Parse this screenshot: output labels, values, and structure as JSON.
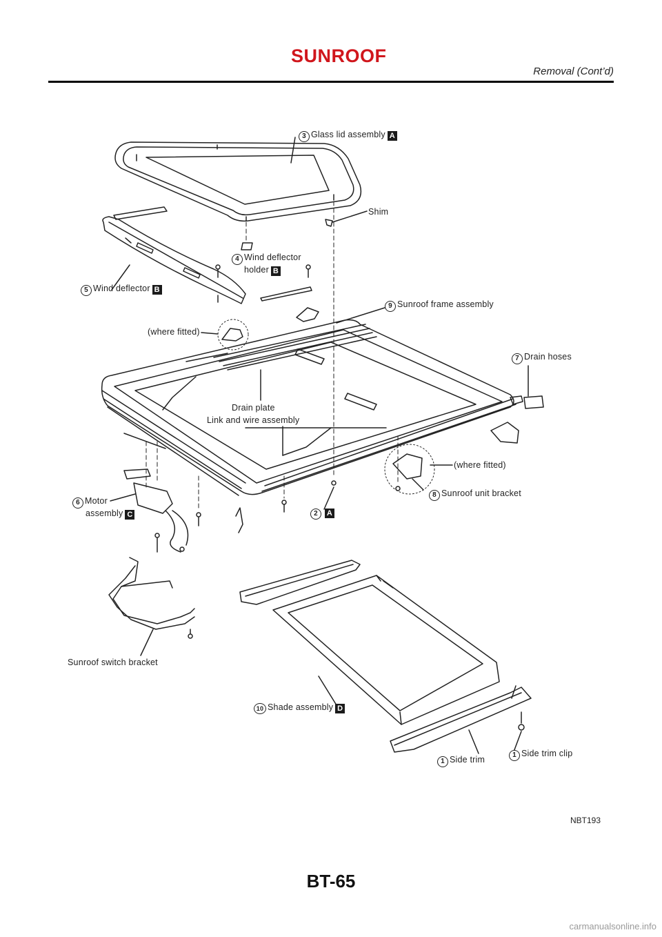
{
  "header": {
    "title": "SUNROOF",
    "subtitle": "Removal (Cont’d)"
  },
  "labels": {
    "glass_lid": {
      "num": "3",
      "text": "Glass lid assembly",
      "ref": "A"
    },
    "shim": {
      "text": "Shim"
    },
    "wind_deflector_holder": {
      "num": "4",
      "line1": "Wind deflector",
      "line2": "holder",
      "ref": "B"
    },
    "wind_deflector": {
      "num": "5",
      "text": "Wind deflector",
      "ref": "B"
    },
    "frame_assembly": {
      "num": "9",
      "text": "Sunroof frame assembly"
    },
    "where_fitted_left": {
      "text": "(where fitted)"
    },
    "drain_hoses": {
      "num": "7",
      "text": "Drain hoses"
    },
    "drain_plate": {
      "text": "Drain plate"
    },
    "link_wire": {
      "text": "Link and wire assembly"
    },
    "where_fitted_right": {
      "text": "(where fitted)"
    },
    "motor": {
      "num": "6",
      "line1": "Motor",
      "line2": "assembly",
      "ref": "C"
    },
    "bolt_2": {
      "num": "2",
      "ref": "A"
    },
    "unit_bracket": {
      "num": "8",
      "text": "Sunroof unit bracket"
    },
    "switch_bracket": {
      "text": "Sunroof switch bracket"
    },
    "shade": {
      "num": "10",
      "text": "Shade assembly",
      "ref": "D"
    },
    "side_trim": {
      "num": "1",
      "text": "Side trim"
    },
    "side_trim_clip": {
      "num": "1",
      "text": "Side trim clip"
    }
  },
  "figure_code": "NBT193",
  "page_number": "BT-65",
  "footer": "carmanualsonline.info"
}
